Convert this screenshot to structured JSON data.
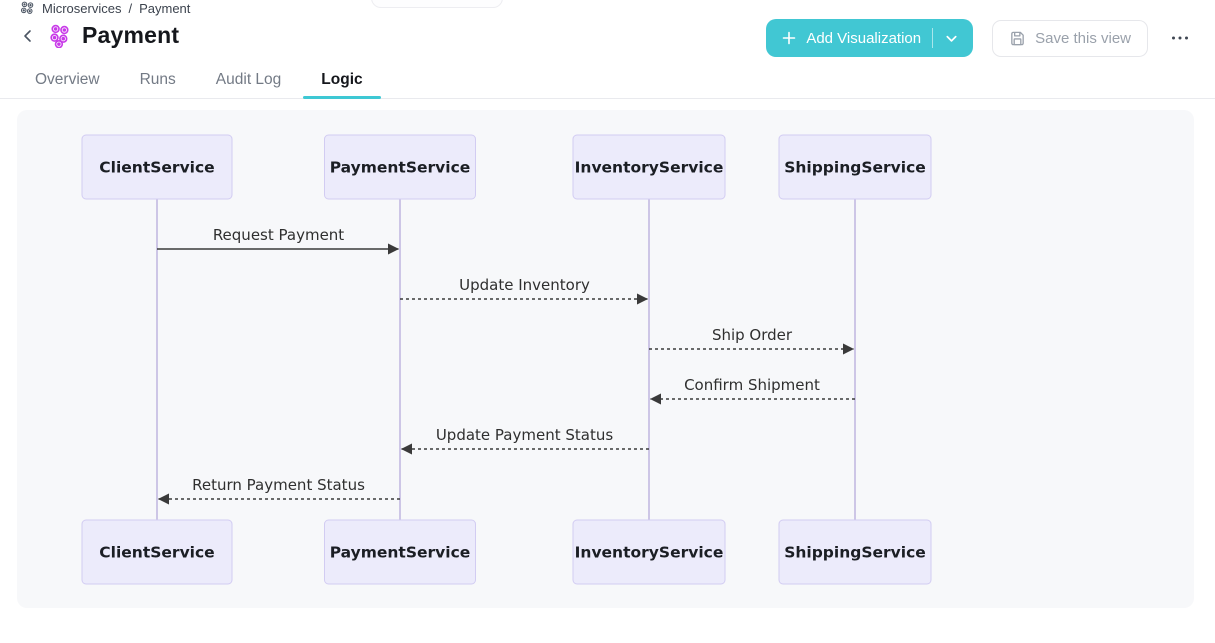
{
  "breadcrumb": {
    "root": "Microservices",
    "separator": "/",
    "current": "Payment"
  },
  "header": {
    "title": "Payment"
  },
  "actions": {
    "add_visualization_label": "Add Visualization",
    "save_view_label": "Save this view",
    "accent_color": "#41c7d3"
  },
  "tabs": [
    {
      "label": "Overview",
      "active": false
    },
    {
      "label": "Runs",
      "active": false
    },
    {
      "label": "Audit Log",
      "active": false
    },
    {
      "label": "Logic",
      "active": true
    }
  ],
  "diagram": {
    "type": "sequence",
    "participants": [
      "ClientService",
      "PaymentService",
      "InventoryService",
      "ShippingService"
    ],
    "messages": [
      {
        "from": "ClientService",
        "to": "PaymentService",
        "label": "Request Payment",
        "line": "solid"
      },
      {
        "from": "PaymentService",
        "to": "InventoryService",
        "label": "Update Inventory",
        "line": "dashed"
      },
      {
        "from": "InventoryService",
        "to": "ShippingService",
        "label": "Ship Order",
        "line": "dashed"
      },
      {
        "from": "ShippingService",
        "to": "InventoryService",
        "label": "Confirm Shipment",
        "line": "dashed"
      },
      {
        "from": "InventoryService",
        "to": "PaymentService",
        "label": "Update Payment Status",
        "line": "dashed"
      },
      {
        "from": "PaymentService",
        "to": "ClientService",
        "label": "Return Payment Status",
        "line": "dashed"
      }
    ],
    "colors": {
      "participant_fill": "#ecebfb",
      "participant_border": "#d2ccf2",
      "participant_text": "#1b1e24",
      "lifeline": "#cdc6e6",
      "message_line": "#3a3a3a",
      "message_text": "#2f2f2f",
      "canvas": "#f7f8fa"
    }
  }
}
